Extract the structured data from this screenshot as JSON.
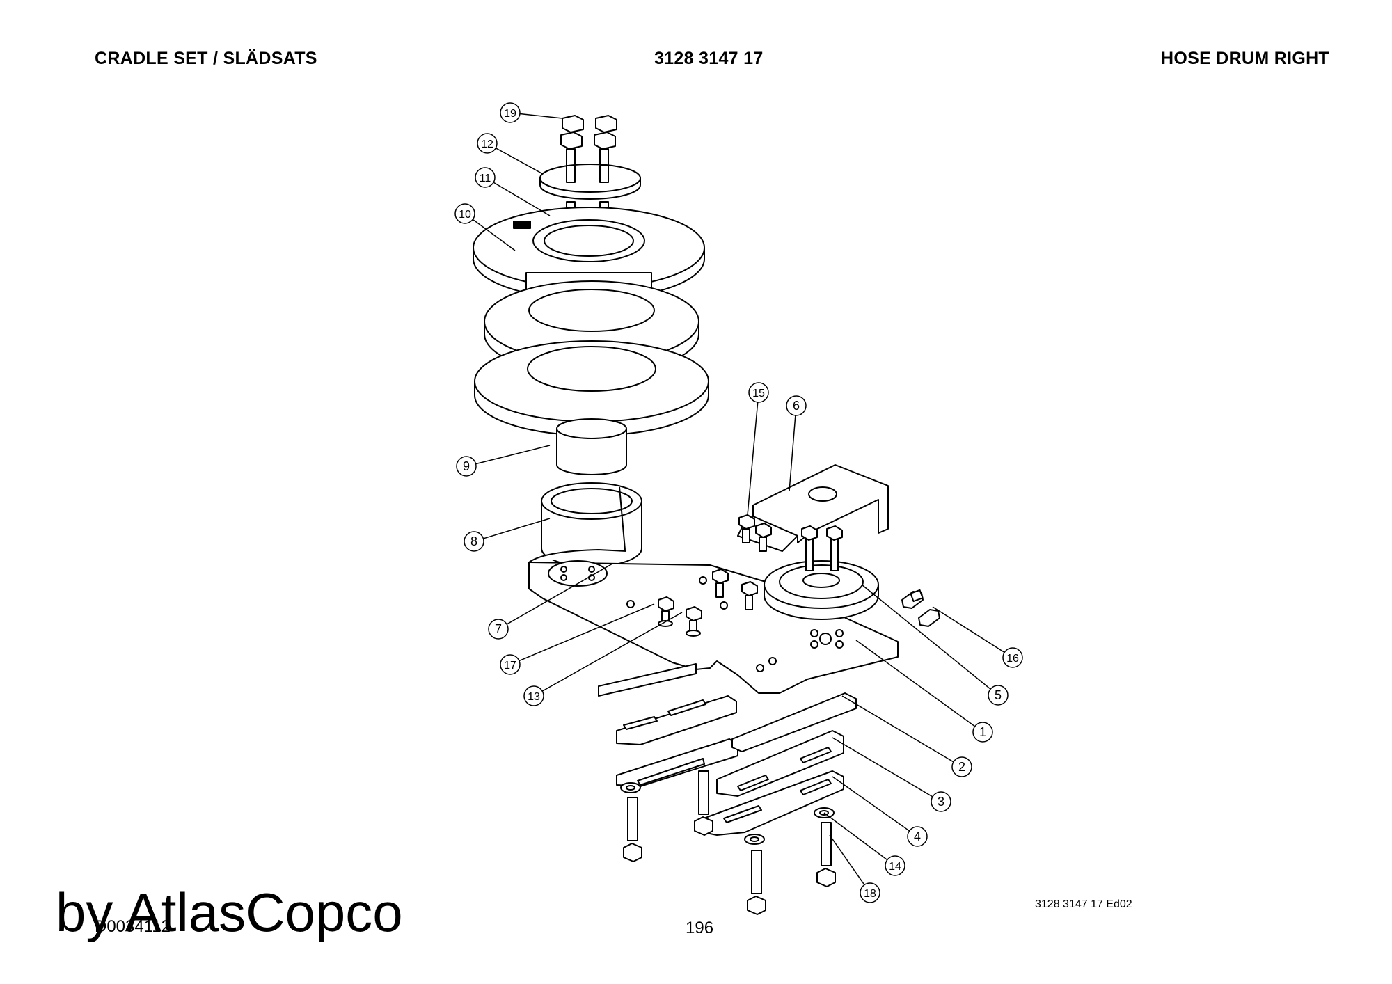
{
  "header": {
    "left": "CRADLE SET / SLÄDSATS",
    "center": "3128 3147 17",
    "right": "HOSE DRUM RIGHT"
  },
  "footer": {
    "watermark": "by AtlasCopco",
    "drawing_number": "D0034112",
    "page_number": "196",
    "edition": "3128 3147 17 Ed02"
  },
  "callouts": [
    {
      "id": "19",
      "label": "19"
    },
    {
      "id": "12",
      "label": "12"
    },
    {
      "id": "11",
      "label": "11"
    },
    {
      "id": "10",
      "label": "10"
    },
    {
      "id": "9",
      "label": "9"
    },
    {
      "id": "8",
      "label": "8"
    },
    {
      "id": "7",
      "label": "7"
    },
    {
      "id": "17",
      "label": "17"
    },
    {
      "id": "13",
      "label": "13"
    },
    {
      "id": "15",
      "label": "15"
    },
    {
      "id": "6",
      "label": "6"
    },
    {
      "id": "16",
      "label": "16"
    },
    {
      "id": "5",
      "label": "5"
    },
    {
      "id": "1",
      "label": "1"
    },
    {
      "id": "2",
      "label": "2"
    },
    {
      "id": "3",
      "label": "3"
    },
    {
      "id": "4",
      "label": "4"
    },
    {
      "id": "14",
      "label": "14"
    },
    {
      "id": "18",
      "label": "18"
    }
  ]
}
